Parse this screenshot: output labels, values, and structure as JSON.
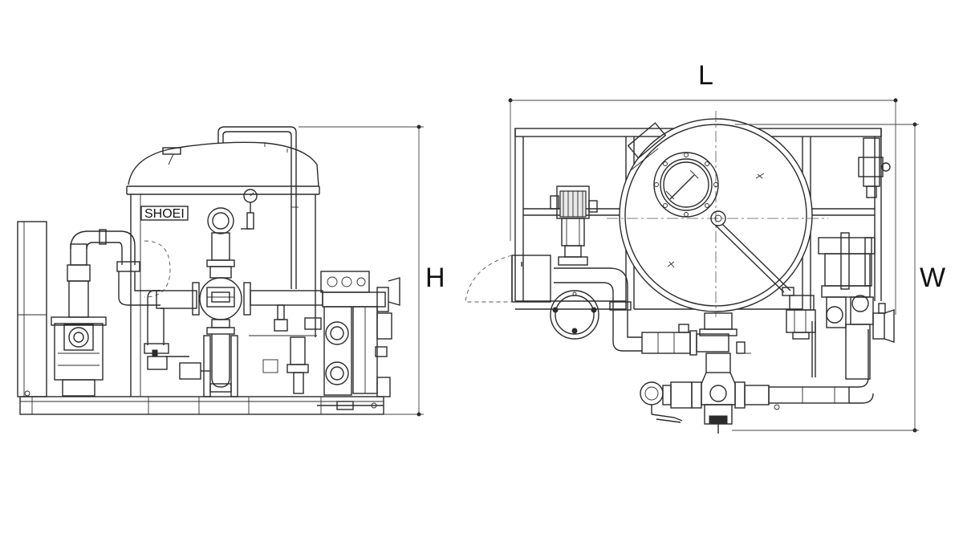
{
  "front_view": {
    "brand_label": "SHOEI",
    "dimension_label": "H"
  },
  "top_view": {
    "length_label": "L",
    "width_label": "W"
  },
  "colors": {
    "line": "#2b2b2b",
    "background": "#ffffff"
  }
}
